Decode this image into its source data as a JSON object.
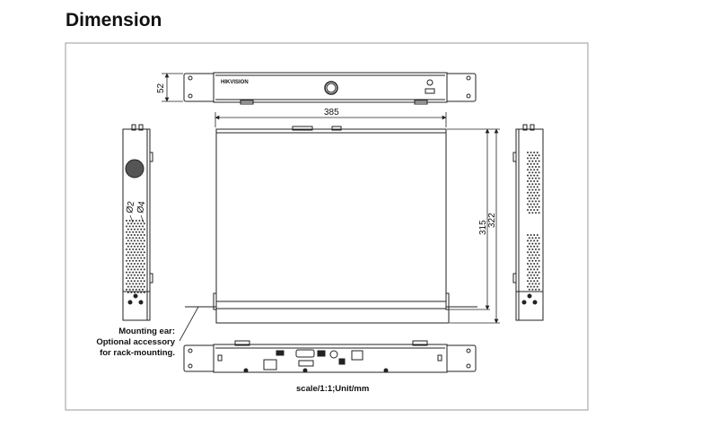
{
  "title": "Dimension",
  "brand_logo": "HIKVISION",
  "dimensions": {
    "height": "52",
    "width": "385",
    "depth_inner": "315",
    "depth_outer": "322",
    "hole_small": "Ø2",
    "hole_large": "Ø4"
  },
  "note_lines": [
    "Mounting ear:",
    "Optional accessory",
    "for rack-mounting."
  ],
  "scale_text": "scale/1:1;Unit/mm",
  "colors": {
    "line": "#222222",
    "frame": "#999999",
    "vent": "#333333"
  }
}
